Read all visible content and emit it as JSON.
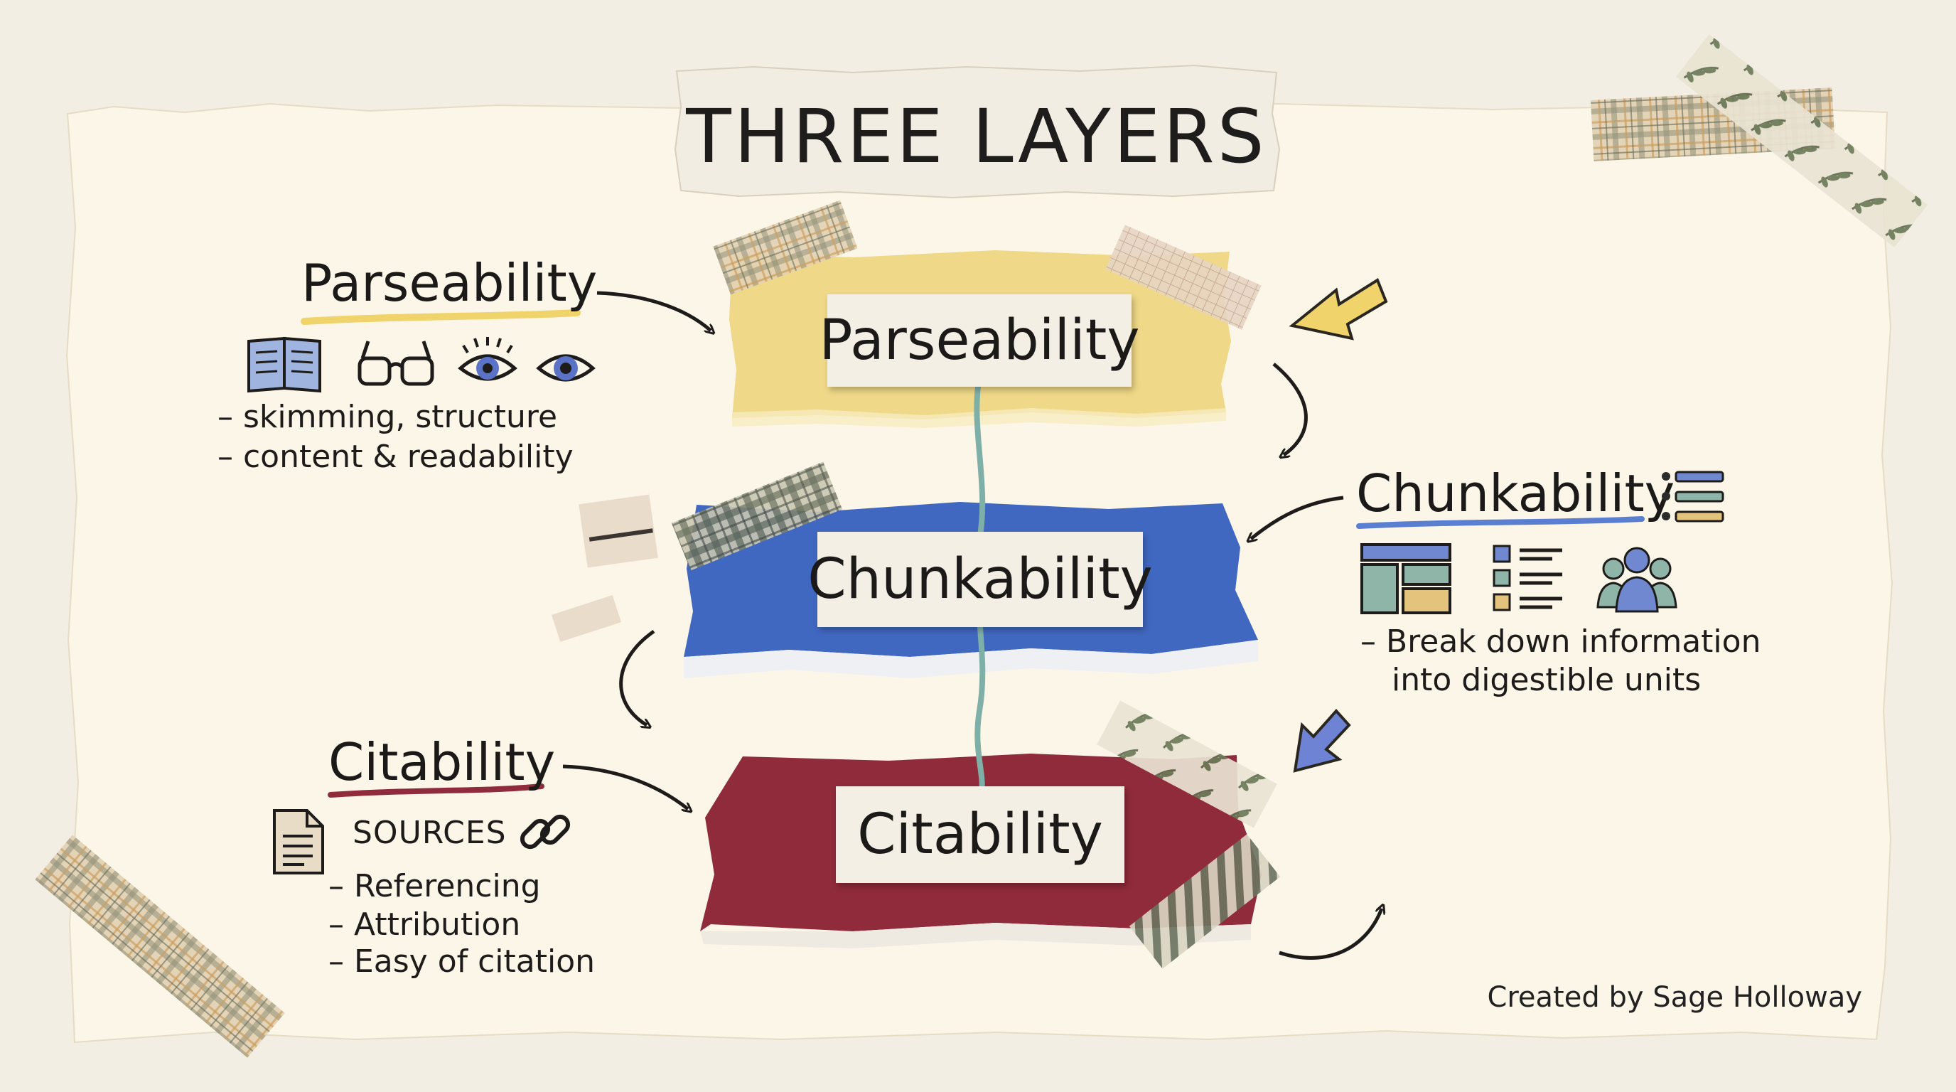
{
  "title": "THREE LAYERS",
  "layers": [
    {
      "tag": "Parseability",
      "color": "#efd887"
    },
    {
      "tag": "Chunkability",
      "color": "#4168c0"
    },
    {
      "tag": "Citability",
      "color": "#8f2b3a"
    }
  ],
  "parseability": {
    "heading": "Parseability",
    "notes": [
      "– skimming, structure",
      "– content & readability"
    ],
    "icons": [
      "open-book-icon",
      "glasses-icon",
      "eye-lashes-icon",
      "eye-icon"
    ]
  },
  "chunkability": {
    "heading": "Chunkability",
    "notes": [
      "– Break down information",
      "into digestible units"
    ],
    "icons": [
      "list-icon",
      "layout-blocks-icon",
      "checklist-icon",
      "people-group-icon"
    ]
  },
  "citability": {
    "heading": "Citability",
    "sources_label": "SOURCES",
    "notes": [
      "– Referencing",
      "– Attribution",
      "– Easy of citation"
    ],
    "icons": [
      "document-icon",
      "link-icon"
    ]
  },
  "credit": "Created by Sage Holloway",
  "colors": {
    "paper": "#fbf6e8",
    "parse_underline": "#f0d36a",
    "chunk_underline": "#5b7fd0",
    "cite_underline": "#8f2b3a",
    "string": "#7fb0a8",
    "yellow_arrow": "#f1d36c",
    "blue_arrow": "#6f83d4"
  }
}
